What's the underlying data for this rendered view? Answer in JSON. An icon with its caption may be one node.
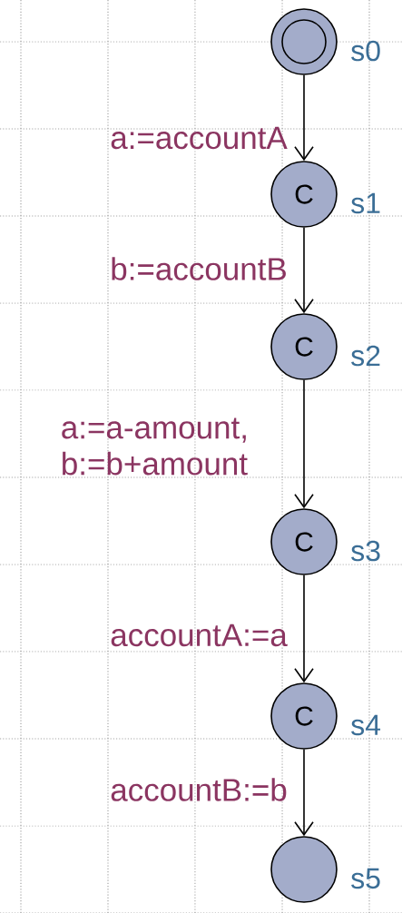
{
  "diagram": {
    "nodes": [
      {
        "text": [],
        "shape": "circle",
        "beside": [
          "s0"
        ]
      },
      {
        "text": [
          "C"
        ],
        "beside": [
          "s1"
        ]
      },
      {
        "text": [
          "C"
        ],
        "beside": [
          "s2"
        ]
      },
      {
        "text": [
          "C"
        ],
        "beside": [
          "s3"
        ]
      },
      {
        "text": [
          "C"
        ],
        "beside": [
          "s4"
        ]
      },
      {
        "text": [],
        "shape": "circle",
        "beside": [
          "s5"
        ]
      }
    ],
    "edges": [
      {
        "from": 0,
        "to": 1,
        "arrow": "to",
        "label": "a:=accountA"
      },
      {
        "from": 1,
        "to": 2,
        "arrow": "to",
        "label": "b:=accountB"
      },
      {
        "from": 2,
        "to": 3,
        "arrow": "to",
        "label": "a:=a-amount, b:=b+amount"
      },
      {
        "from": 3,
        "to": 4,
        "arrow": "to",
        "label": "accountA:=a"
      },
      {
        "from": 4,
        "to": 5,
        "arrow": "to",
        "label": "accountB:=b"
      }
    ]
  }
}
